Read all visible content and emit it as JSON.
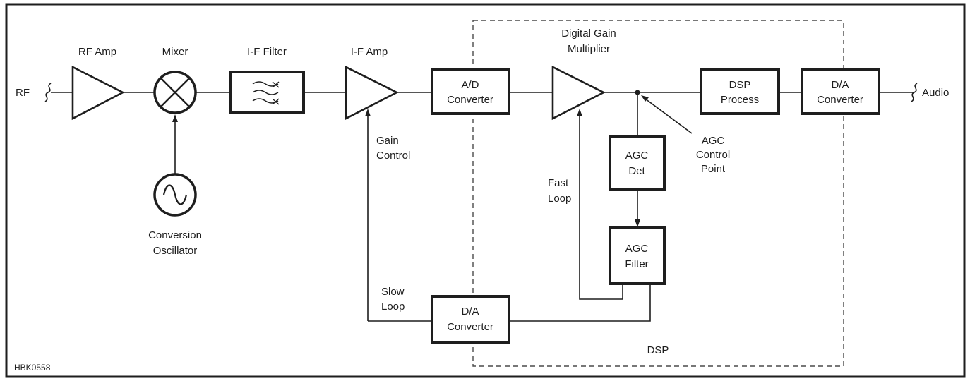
{
  "diagram": {
    "figure_id": "HBK0558",
    "dsp_region_label": "DSP",
    "input_label": "RF",
    "output_label": "Audio",
    "stages": {
      "rf_amp": "RF Amp",
      "mixer": "Mixer",
      "if_filter": "I-F Filter",
      "if_amp": "I-F Amp",
      "ad_converter": [
        "A/D",
        "Converter"
      ],
      "digital_gain_multiplier": [
        "Digital Gain",
        "Multiplier"
      ],
      "dsp_process": [
        "DSP",
        "Process"
      ],
      "da_converter_out": [
        "D/A",
        "Converter"
      ],
      "agc_det": [
        "AGC",
        "Det"
      ],
      "agc_filter": [
        "AGC",
        "Filter"
      ],
      "da_converter_loop": [
        "D/A",
        "Converter"
      ],
      "conversion_oscillator": [
        "Conversion",
        "Oscillator"
      ]
    },
    "annotations": {
      "gain_control": [
        "Gain",
        "Control"
      ],
      "agc_control_point": [
        "AGC",
        "Control",
        "Point"
      ],
      "fast_loop": [
        "Fast",
        "Loop"
      ],
      "slow_loop": [
        "Slow",
        "Loop"
      ]
    }
  }
}
